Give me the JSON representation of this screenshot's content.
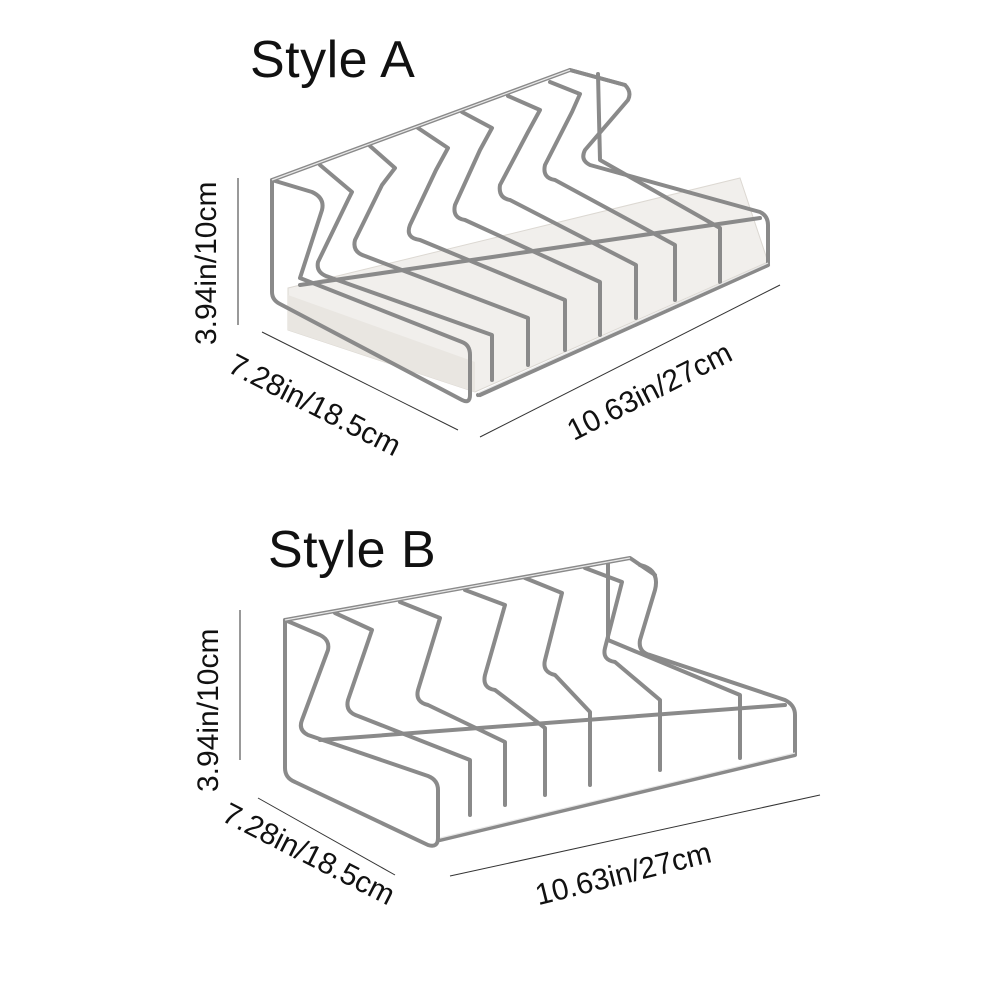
{
  "products": [
    {
      "title": "Style A",
      "height_label": "3.94in/10cm",
      "depth_label": "7.28in/18.5cm",
      "width_label": "10.63in/27cm",
      "has_tray": true
    },
    {
      "title": "Style B",
      "height_label": "3.94in/10cm",
      "depth_label": "7.28in/18.5cm",
      "width_label": "10.63in/27cm",
      "has_tray": false
    }
  ],
  "colors": {
    "wire": "#8a8a8a",
    "wire_highlight": "#e8e8e8",
    "tray": "#f1efec",
    "text": "#111111",
    "dim_line": "#333333"
  }
}
